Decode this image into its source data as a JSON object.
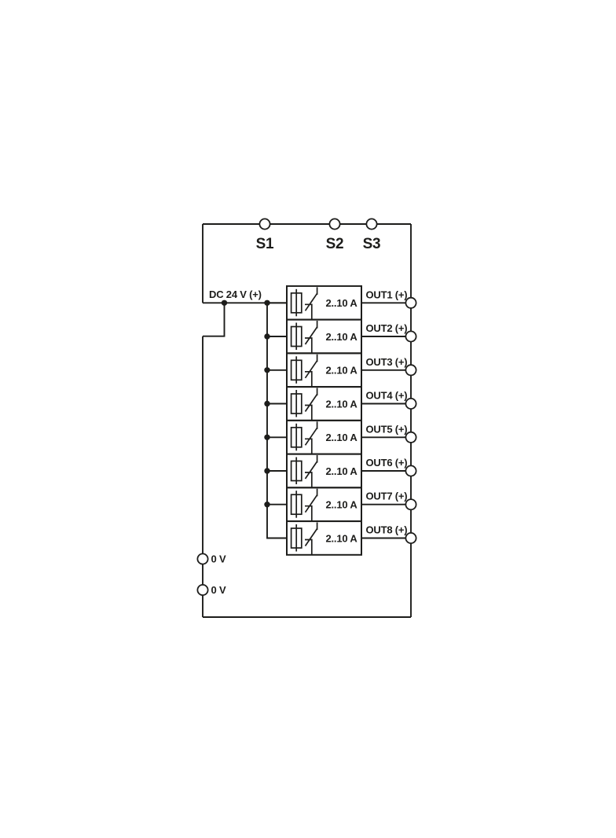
{
  "schematic": {
    "kind": "connection-diagram",
    "top_terminals": [
      "S1",
      "S2",
      "S3"
    ],
    "supply_label": "DC 24 V (+)",
    "zero_volt_terminals": [
      "0 V",
      "0 V"
    ],
    "outputs": [
      {
        "label": "OUT1 (+)",
        "rating": "2..10 A"
      },
      {
        "label": "OUT2 (+)",
        "rating": "2..10 A"
      },
      {
        "label": "OUT3 (+)",
        "rating": "2..10 A"
      },
      {
        "label": "OUT4 (+)",
        "rating": "2..10 A"
      },
      {
        "label": "OUT5 (+)",
        "rating": "2..10 A"
      },
      {
        "label": "OUT6 (+)",
        "rating": "2..10 A"
      },
      {
        "label": "OUT7 (+)",
        "rating": "2..10 A"
      },
      {
        "label": "OUT8 (+)",
        "rating": "2..10 A"
      }
    ],
    "colors": {
      "line": "#1d1d1b",
      "background": "#ffffff"
    }
  }
}
